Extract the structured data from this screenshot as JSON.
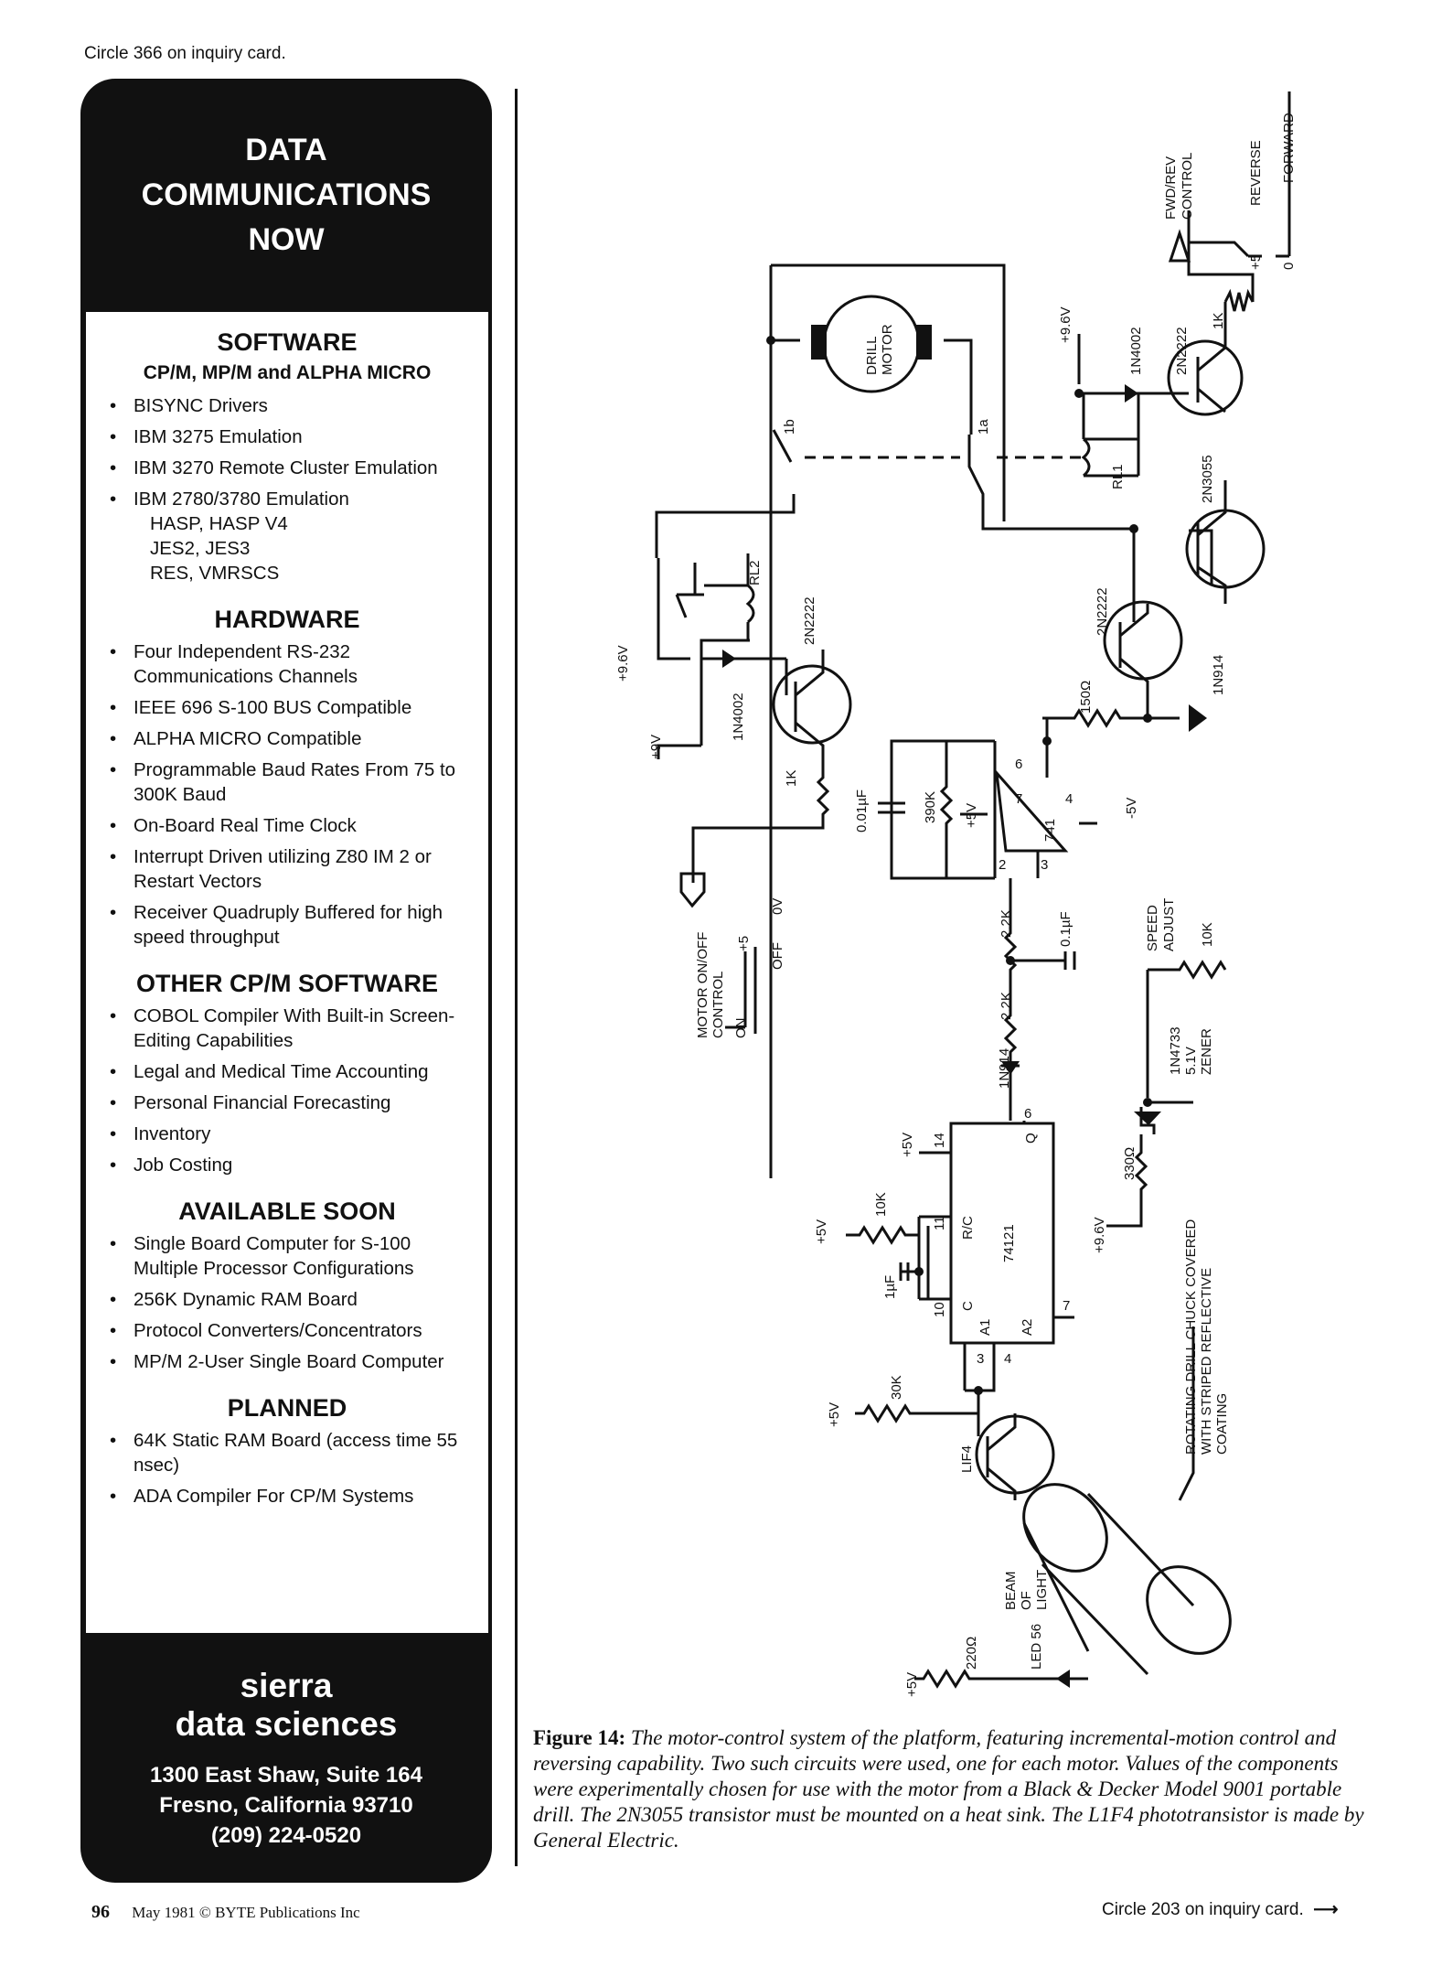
{
  "top_note": "Circle 366 on inquiry card.",
  "ad": {
    "headline": [
      "DATA",
      "COMMUNICATIONS",
      "NOW"
    ],
    "sections": [
      {
        "title": "SOFTWARE",
        "subtitle": "CP/M, MP/M and ALPHA MICRO",
        "items": [
          {
            "text": "BISYNC Drivers"
          },
          {
            "text": "IBM 3275 Emulation"
          },
          {
            "text": "IBM 3270 Remote Cluster Emulation"
          },
          {
            "text": "IBM 2780/3780 Emulation",
            "subs": [
              "HASP, HASP V4",
              "JES2, JES3",
              "RES, VMRSCS"
            ]
          }
        ]
      },
      {
        "title": "HARDWARE",
        "items": [
          {
            "text": "Four Independent RS-232 Communications Channels"
          },
          {
            "text": "IEEE 696 S-100 BUS Compatible"
          },
          {
            "text": "ALPHA MICRO Compatible"
          },
          {
            "text": "Programmable Baud Rates From 75 to 300K Baud"
          },
          {
            "text": "On-Board Real Time Clock"
          },
          {
            "text": "Interrupt Driven utilizing Z80 IM 2 or Restart Vectors"
          },
          {
            "text": "Receiver Quadruply Buffered for high speed throughput"
          }
        ]
      },
      {
        "title": "OTHER CP/M SOFTWARE",
        "items": [
          {
            "text": "COBOL Compiler With Built-in Screen-Editing Capabilities"
          },
          {
            "text": "Legal and Medical Time Accounting"
          },
          {
            "text": "Personal Financial Forecasting"
          },
          {
            "text": "Inventory"
          },
          {
            "text": "Job Costing"
          }
        ]
      },
      {
        "title": "AVAILABLE SOON",
        "items": [
          {
            "text": "Single Board Computer for S-100 Multiple Processor Configurations"
          },
          {
            "text": "256K Dynamic RAM Board"
          },
          {
            "text": "Protocol Converters/Concentrators"
          },
          {
            "text": "MP/M 2-User Single Board Computer"
          }
        ]
      },
      {
        "title": "PLANNED",
        "items": [
          {
            "text": "64K Static RAM Board (access time 55 nsec)"
          },
          {
            "text": "ADA Compiler For CP/M Systems"
          }
        ]
      }
    ],
    "company_line1": "sierra",
    "company_line2": "data sciences",
    "address": [
      "1300 East Shaw, Suite 164",
      "Fresno, California 93710",
      "(209) 224-0520"
    ]
  },
  "schematic": {
    "labels": {
      "fwd_rev": [
        "FWD/REV",
        "CONTROL"
      ],
      "reverse": "REVERSE",
      "forward": "FORWARD",
      "plus5": "+5",
      "zero": "0",
      "plus9_6": "+9.6V",
      "plus9": "+9V",
      "plus5v": "+5V",
      "minus5v": "-5V",
      "drill_motor": [
        "DRILL",
        "MOTOR"
      ],
      "d1n4002": "1N4002",
      "d2n2222": "2N2222",
      "d2n3055": "2N3055",
      "k1": "1K",
      "rl1": "RL1",
      "rl2": "RL2",
      "sw1a": "1a",
      "sw1b": "1b",
      "r150": "150Ω",
      "d1n914": "1N914",
      "c001": "0.01µF",
      "r390k": "390K",
      "opamp": "741",
      "r2_2k": "2.2K",
      "c01": "0.1µF",
      "speed_adjust": [
        "SPEED",
        "ADJUST"
      ],
      "r10k": "10K",
      "zener": [
        "1N4733",
        "5.1V",
        "ZENER"
      ],
      "r330": "330Ω",
      "ic74121": "74121",
      "pin_rc": "R/C",
      "pin_c": "C",
      "pin_a1": "A1",
      "pin_a2": "A2",
      "pin_q": "Q",
      "c1uf": "1µF",
      "r30k": "30K",
      "lif4": "LIF4",
      "beam": [
        "BEAM",
        "OF",
        "LIGHT"
      ],
      "led56": "LED 56",
      "r220": "220Ω",
      "chuck": [
        "ROTATING DRILL CHUCK COVERED",
        "WITH STRIPED REFLECTIVE",
        "COATING"
      ],
      "motor_onoff": [
        "MOTOR ON/OFF",
        "CONTROL"
      ],
      "on": "ON",
      "off": "OFF",
      "zero_v": "0V",
      "pins": [
        "6",
        "7",
        "4",
        "2",
        "3",
        "14",
        "11",
        "10",
        "3",
        "4",
        "6",
        "7"
      ]
    }
  },
  "caption": {
    "label": "Figure 14:",
    "text": "The motor-control system of the platform, featuring incremental-motion control and reversing capability. Two such circuits were used, one for each motor. Values of the components were experimentally chosen for use with the motor from a Black & Decker Model 9001 portable drill. The 2N3055 transistor must be mounted on a heat sink. The L1F4 phototransistor is made by General Electric."
  },
  "footer": {
    "page": "96",
    "info": "May 1981 © BYTE Publications Inc",
    "circle_note": "Circle 203 on inquiry card."
  }
}
